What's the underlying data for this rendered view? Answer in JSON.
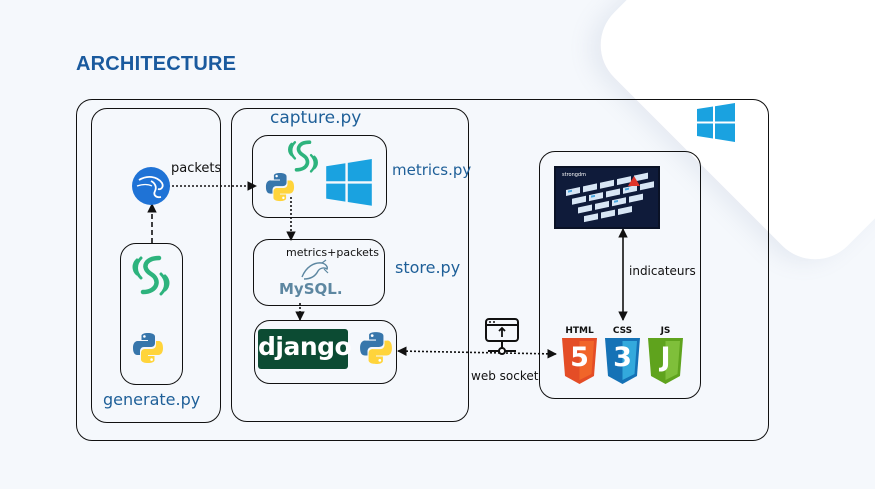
{
  "title": "ARCHITECTURE",
  "components": {
    "capture": "capture.py",
    "metrics": "metrics.py",
    "store": "store.py",
    "generate": "generate.py"
  },
  "edges": {
    "packets": "packets",
    "metrics_packets": "metrics+packets",
    "web_socket": "web socket",
    "indicateurs": "indicateurs"
  },
  "logos": {
    "mysql": "MySQL.",
    "django": "django",
    "html": "HTML",
    "css": "CSS",
    "js": "JS",
    "html_num": "5",
    "css_num": "3",
    "js_glyph": "J",
    "dashboard_brand": "strongdm"
  },
  "colors": {
    "title": "#1a5a9e",
    "label_blue": "#1e5f98",
    "windows": "#1aa2e0",
    "django_bg": "#0c4b33",
    "html": "#e44d26",
    "css": "#1572b6",
    "js": "#5fa31d",
    "grpc_green": "#2db37d"
  },
  "icons": [
    "kali-dragon-icon",
    "grpc-icon",
    "python-icon",
    "windows-icon",
    "mysql-dolphin-icon",
    "django-icon",
    "websocket-server-icon",
    "dashboard-icon",
    "html5-icon",
    "css3-icon",
    "js-icon"
  ]
}
